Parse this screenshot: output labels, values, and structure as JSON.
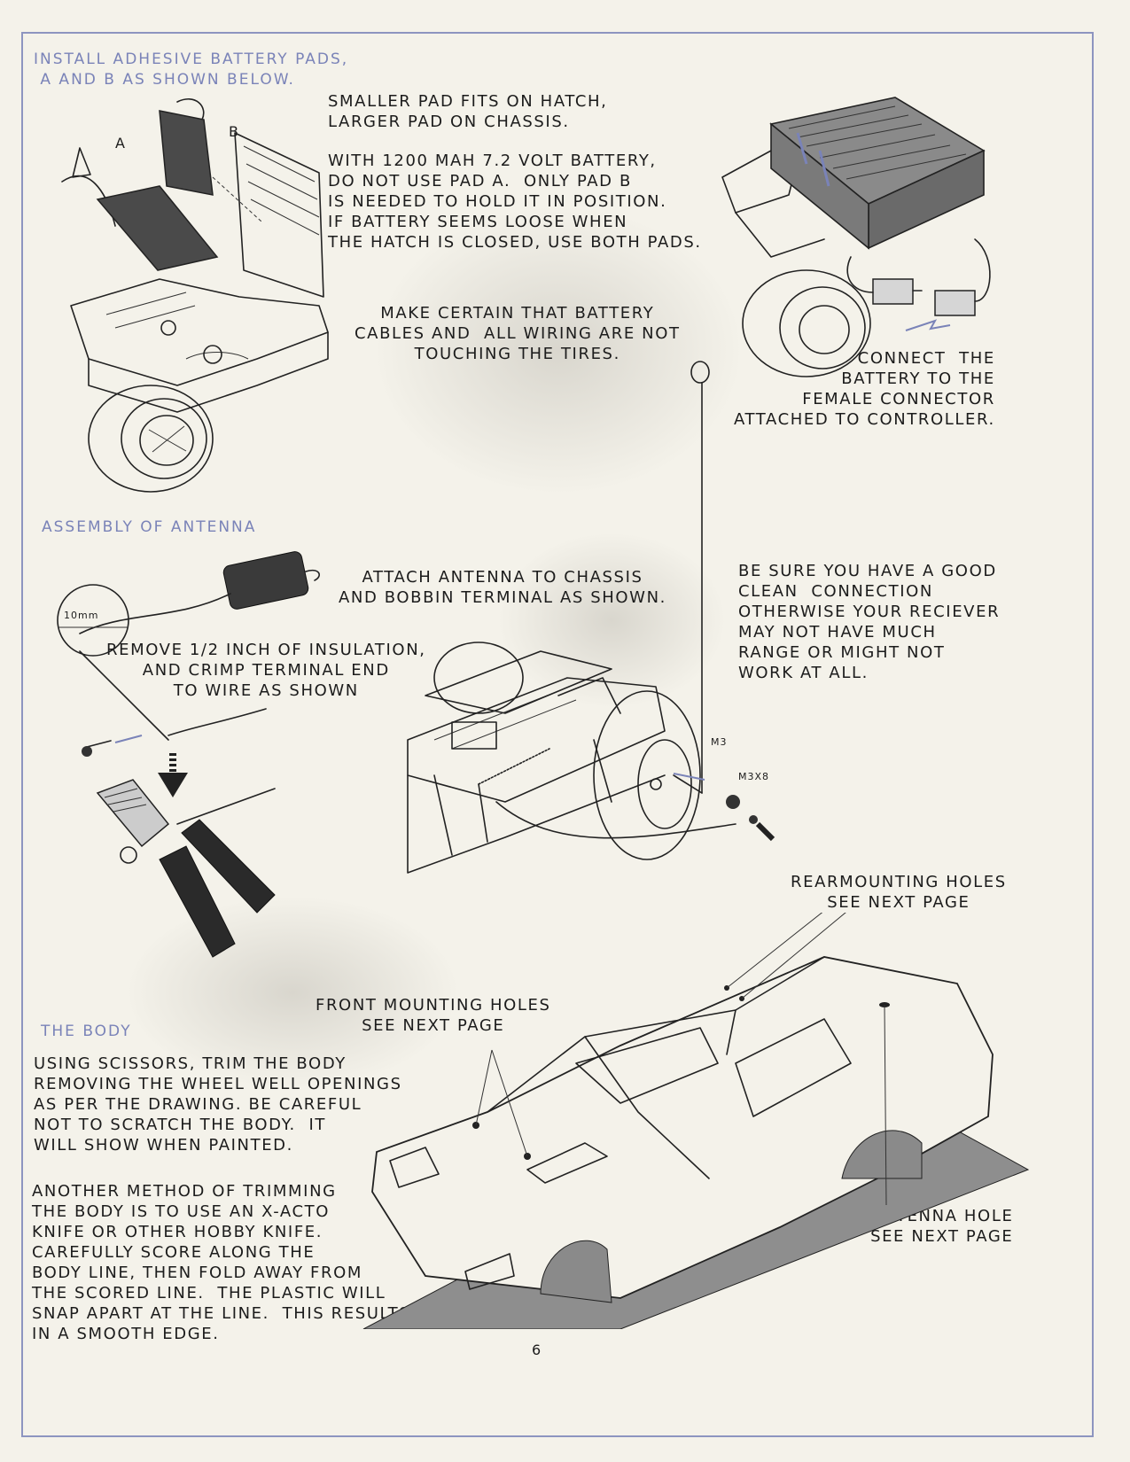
{
  "sections": {
    "battery_pads": {
      "heading": "INSTALL ADHESIVE BATTERY PADS,\n A AND B AS SHOWN BELOW.",
      "label_a": "A",
      "label_b": "B",
      "instructions_1": "SMALLER PAD FITS ON HATCH,\nLARGER PAD ON CHASSIS.",
      "instructions_2": "WITH 1200 MAH 7.2 VOLT BATTERY,\nDO NOT USE PAD A.  ONLY PAD B\nIS NEEDED TO HOLD IT IN POSITION.\nIF BATTERY SEEMS LOOSE WHEN\nTHE HATCH IS CLOSED, USE BOTH PADS."
    },
    "wiring_note": "MAKE CERTAIN THAT BATTERY\nCABLES AND  ALL WIRING ARE NOT\nTOUCHING THE TIRES.",
    "connect_note": "CONNECT  THE\nBATTERY TO THE\nFEMALE CONNECTOR\nATTACHED TO CONTROLLER.",
    "antenna": {
      "heading": "ASSEMBLY OF ANTENNA",
      "attach_note": "ATTACH ANTENNA TO CHASSIS\nAND BOBBIN TERMINAL AS SHOWN.",
      "clean_note": "BE SURE YOU HAVE A GOOD\nCLEAN  CONNECTION\nOTHERWISE YOUR RECIEVER\nMAY NOT HAVE MUCH\nRANGE OR MIGHT NOT\nWORK AT ALL.",
      "insulation_note": "REMOVE 1/2 INCH OF INSULATION,\nAND CRIMP TERMINAL END\nTO WIRE AS SHOWN",
      "measure_label": "10mm",
      "label_m3": "M3",
      "label_m3x8": "M3X8"
    },
    "body": {
      "heading": "THE BODY",
      "rear_holes": "REARMOUNTING HOLES\nSEE NEXT PAGE",
      "front_holes": "FRONT MOUNTING HOLES\nSEE NEXT PAGE",
      "antenna_hole": "ANTENNA HOLE\nSEE NEXT PAGE",
      "trim_note": "USING SCISSORS, TRIM THE BODY\nREMOVING THE WHEEL WELL OPENINGS\nAS PER THE DRAWING. BE CAREFUL\nNOT TO SCRATCH THE BODY.  IT\nWILL SHOW WHEN PAINTED.",
      "method_note": "ANOTHER METHOD OF TRIMMING\nTHE BODY IS TO USE AN X-ACTO\nKNIFE OR OTHER HOBBY KNIFE.\nCAREFULLY SCORE ALONG THE\nBODY LINE, THEN FOLD AWAY FROM\nTHE SCORED LINE.  THE PLASTIC WILL\nSNAP APART AT THE LINE.  THIS RESULTS\nIN A SMOOTH EDGE."
    }
  },
  "page_number": "6",
  "colors": {
    "paper": "#f4f2ea",
    "heading": "#7a83b8",
    "frame": "#8d95c0",
    "ink": "#1c1c1c"
  }
}
